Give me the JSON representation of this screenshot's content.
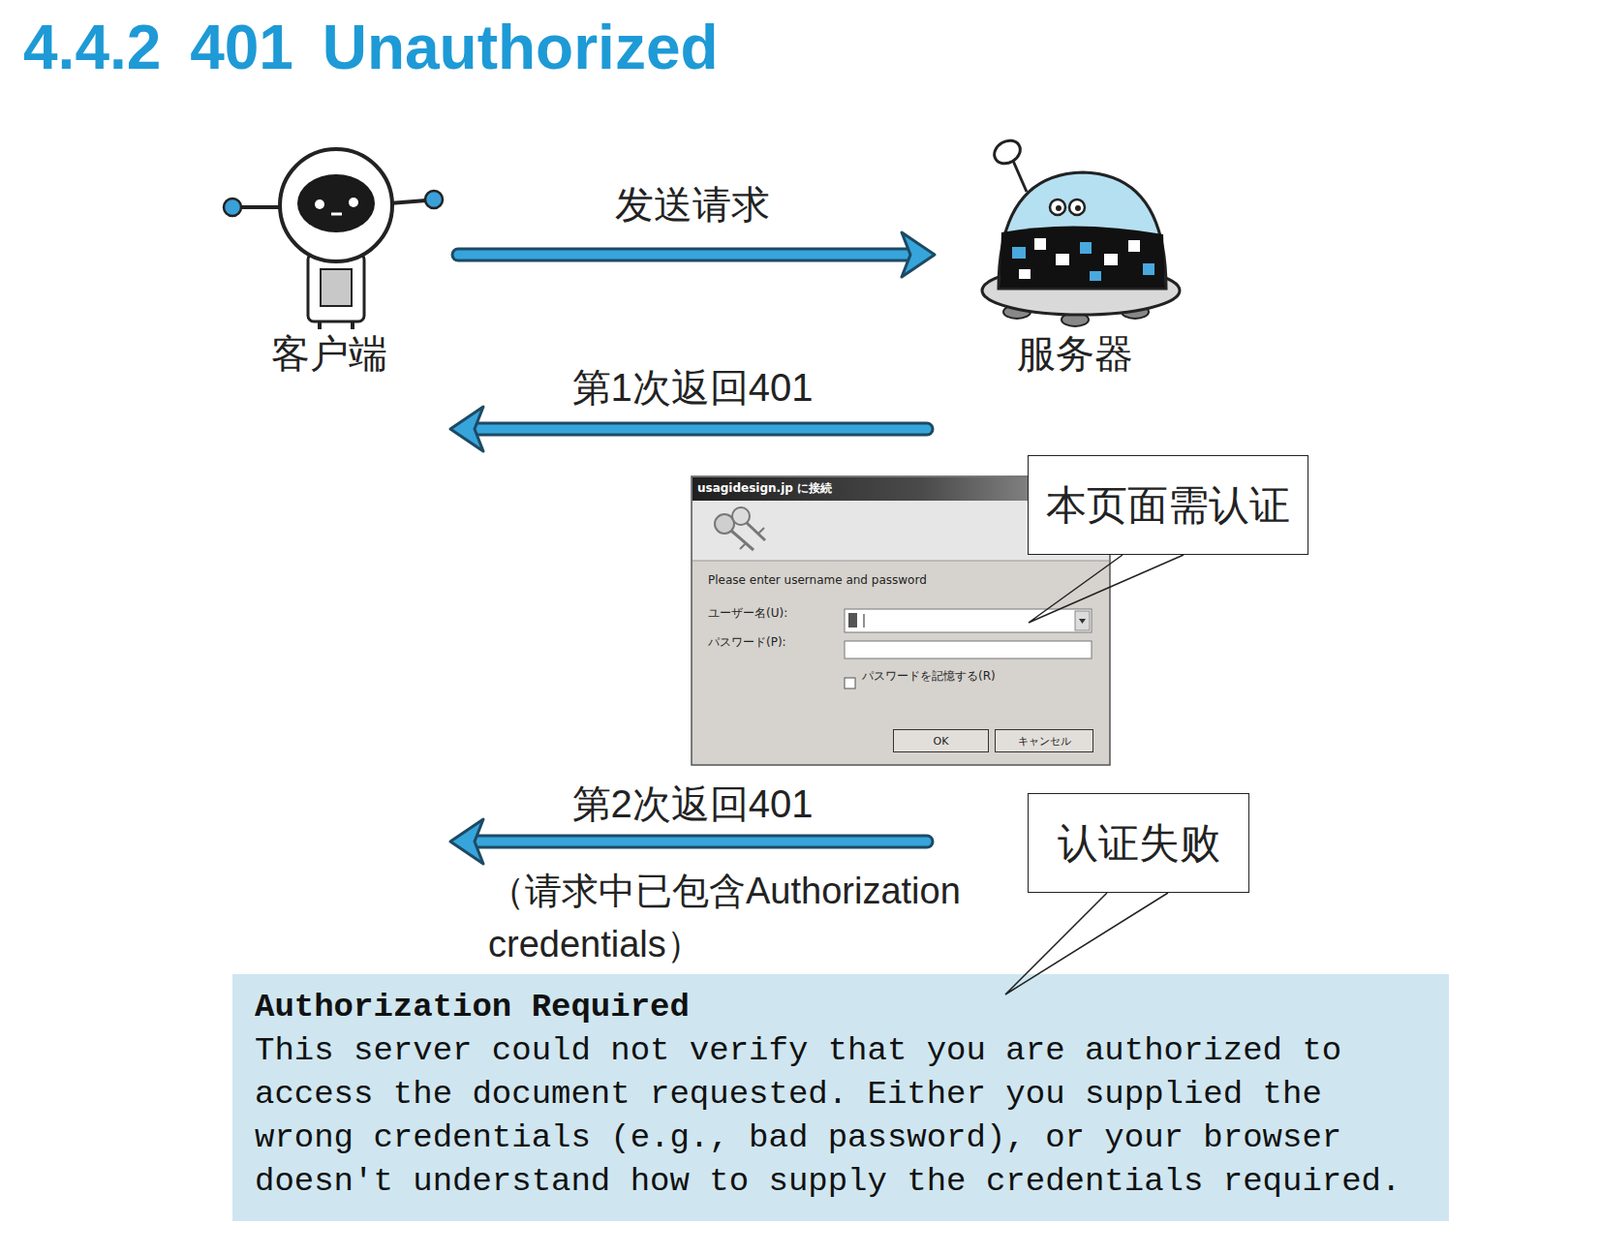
{
  "diagram": {
    "title": "4.4.2 401 Unauthorized",
    "nodes": [
      {
        "text": [
          "客户端"
        ]
      },
      {
        "text": [
          "服务器"
        ]
      },
      {
        "text": [
          "usagidesign.jp に接続",
          "Please enter username and password",
          "ユーザー名(U):",
          "パスワード(P):",
          "パスワードを記憶する(R)"
        ]
      },
      {
        "text": [
          "OK"
        ],
        "in": 2
      },
      {
        "text": [
          "キャンセル"
        ],
        "in": 2
      },
      {
        "text": [
          "本页面需认证"
        ]
      },
      {
        "text": [
          "认证失败"
        ]
      },
      {
        "text": [
          "Authorization Required",
          "This server could not verify that you are authorized to access the document requested. Either you supplied the wrong credentials (e.g., bad password), or your browser doesn't understand how to supply the credentials required."
        ]
      }
    ],
    "edges": [
      {
        "from": 0,
        "to": 1,
        "arrow": "to",
        "label": "发送请求"
      },
      {
        "from": 1,
        "to": 0,
        "arrow": "to",
        "label": "第1次返回401"
      },
      {
        "from": 1,
        "to": 0,
        "arrow": "to",
        "label": "第2次返回401"
      }
    ],
    "labels": [
      "（请求中已包含Authorization credentials）"
    ]
  }
}
